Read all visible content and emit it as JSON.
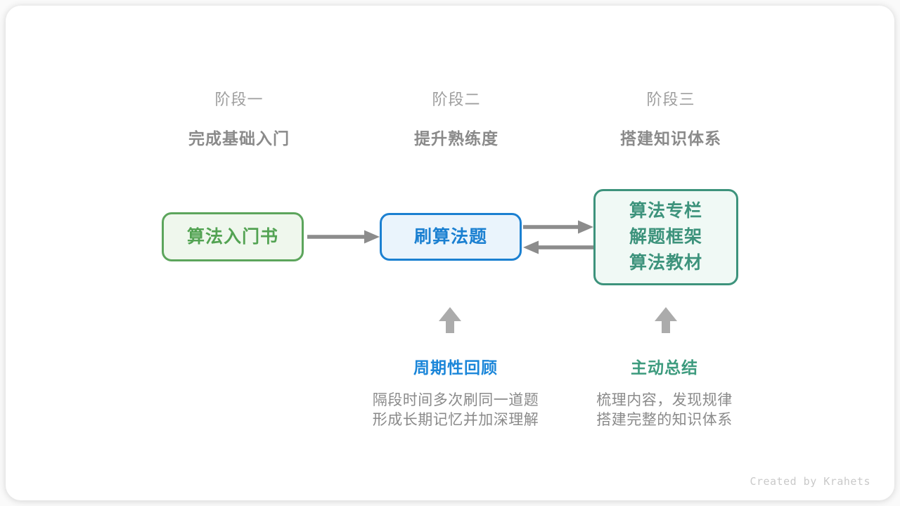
{
  "stages": [
    {
      "label": "阶段一",
      "subtitle": "完成基础入门"
    },
    {
      "label": "阶段二",
      "subtitle": "提升熟练度"
    },
    {
      "label": "阶段三",
      "subtitle": "搭建知识体系"
    }
  ],
  "nodes": [
    {
      "lines": [
        "算法入门书"
      ],
      "color": "#5ca55c",
      "fill": "#eff7ed"
    },
    {
      "lines": [
        "刷算法题"
      ],
      "color": "#1b80d1",
      "fill": "#eaf4fc"
    },
    {
      "lines": [
        "算法专栏",
        "解题框架",
        "算法教材"
      ],
      "color": "#3d937c",
      "fill": "#f0f9f5"
    }
  ],
  "arrows": {
    "flow_color": "#8c8c8c",
    "up_color": "#ababab",
    "connections": [
      "node-1 -> node-2",
      "node-2 -> node-3",
      "node-3 -> node-2"
    ]
  },
  "annotations": [
    {
      "title": "周期性回顾",
      "title_color": "#1b86d9",
      "desc_line1": "隔段时间多次刷同一道题",
      "desc_line2": "形成长期记忆并加深理解"
    },
    {
      "title": "主动总结",
      "title_color": "#3d9b7e",
      "desc_line1": "梳理内容，发现规律",
      "desc_line2": "搭建完整的知识体系"
    }
  ],
  "watermark": "Created by Krahets"
}
